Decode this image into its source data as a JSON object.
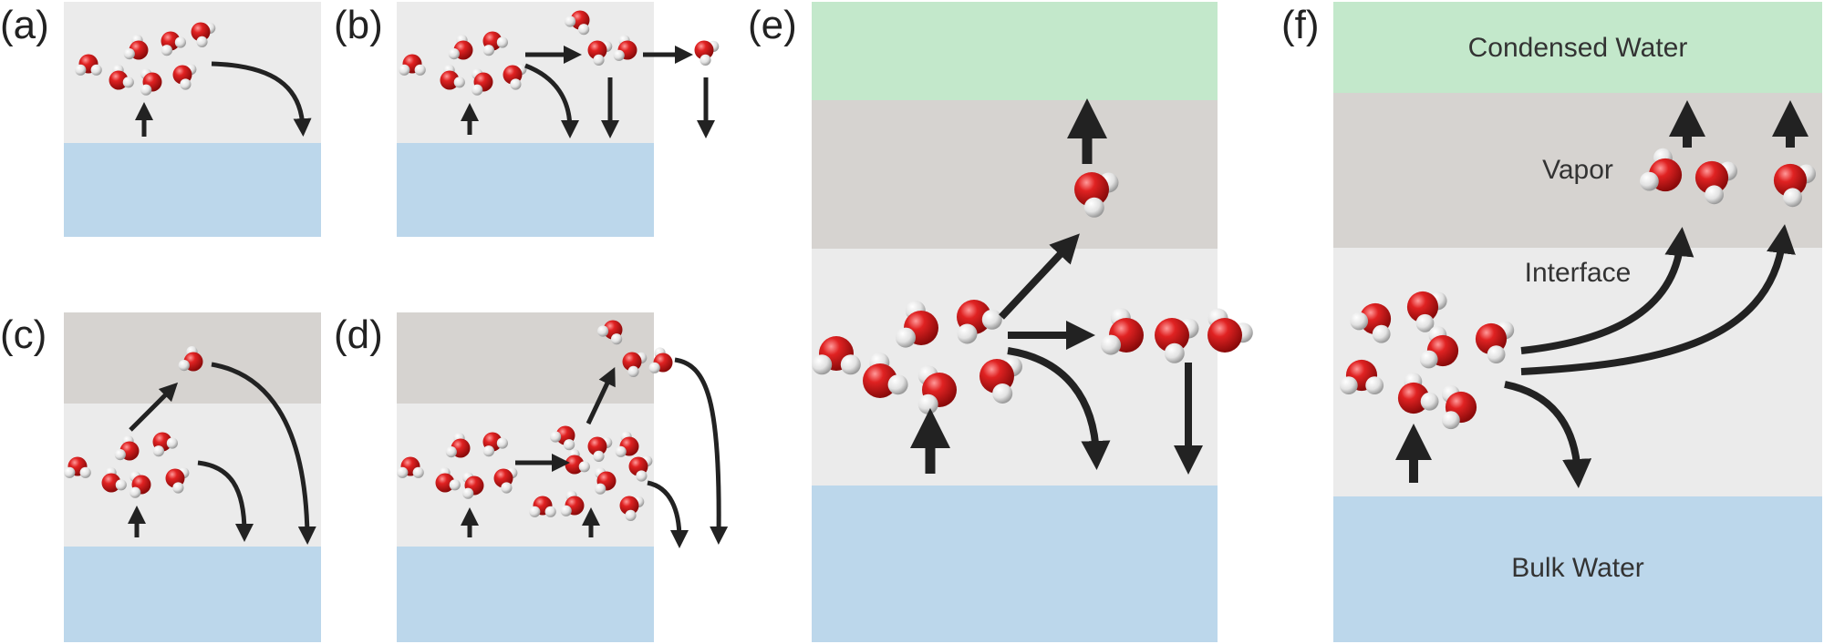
{
  "colors": {
    "bulk": "#bcd7eb",
    "interface": "#ebebeb",
    "vapor": "#d6d3d0",
    "condensed": "#c3e8cb",
    "oxygen": "#cc1a1a",
    "hydrogen": "#e6e6e6",
    "arrow": "#222222"
  },
  "panels": [
    {
      "id": "a",
      "label": "(a)"
    },
    {
      "id": "b",
      "label": "(b)"
    },
    {
      "id": "c",
      "label": "(c)"
    },
    {
      "id": "d",
      "label": "(d)"
    },
    {
      "id": "e",
      "label": "(e)"
    },
    {
      "id": "f",
      "label": "(f)"
    }
  ],
  "layers": {
    "condensed": "Condensed Water",
    "vapor": "Vapor",
    "interface": "Interface",
    "bulk": "Bulk Water"
  },
  "icons": [
    "water-molecule-icon",
    "arrow-icon"
  ]
}
